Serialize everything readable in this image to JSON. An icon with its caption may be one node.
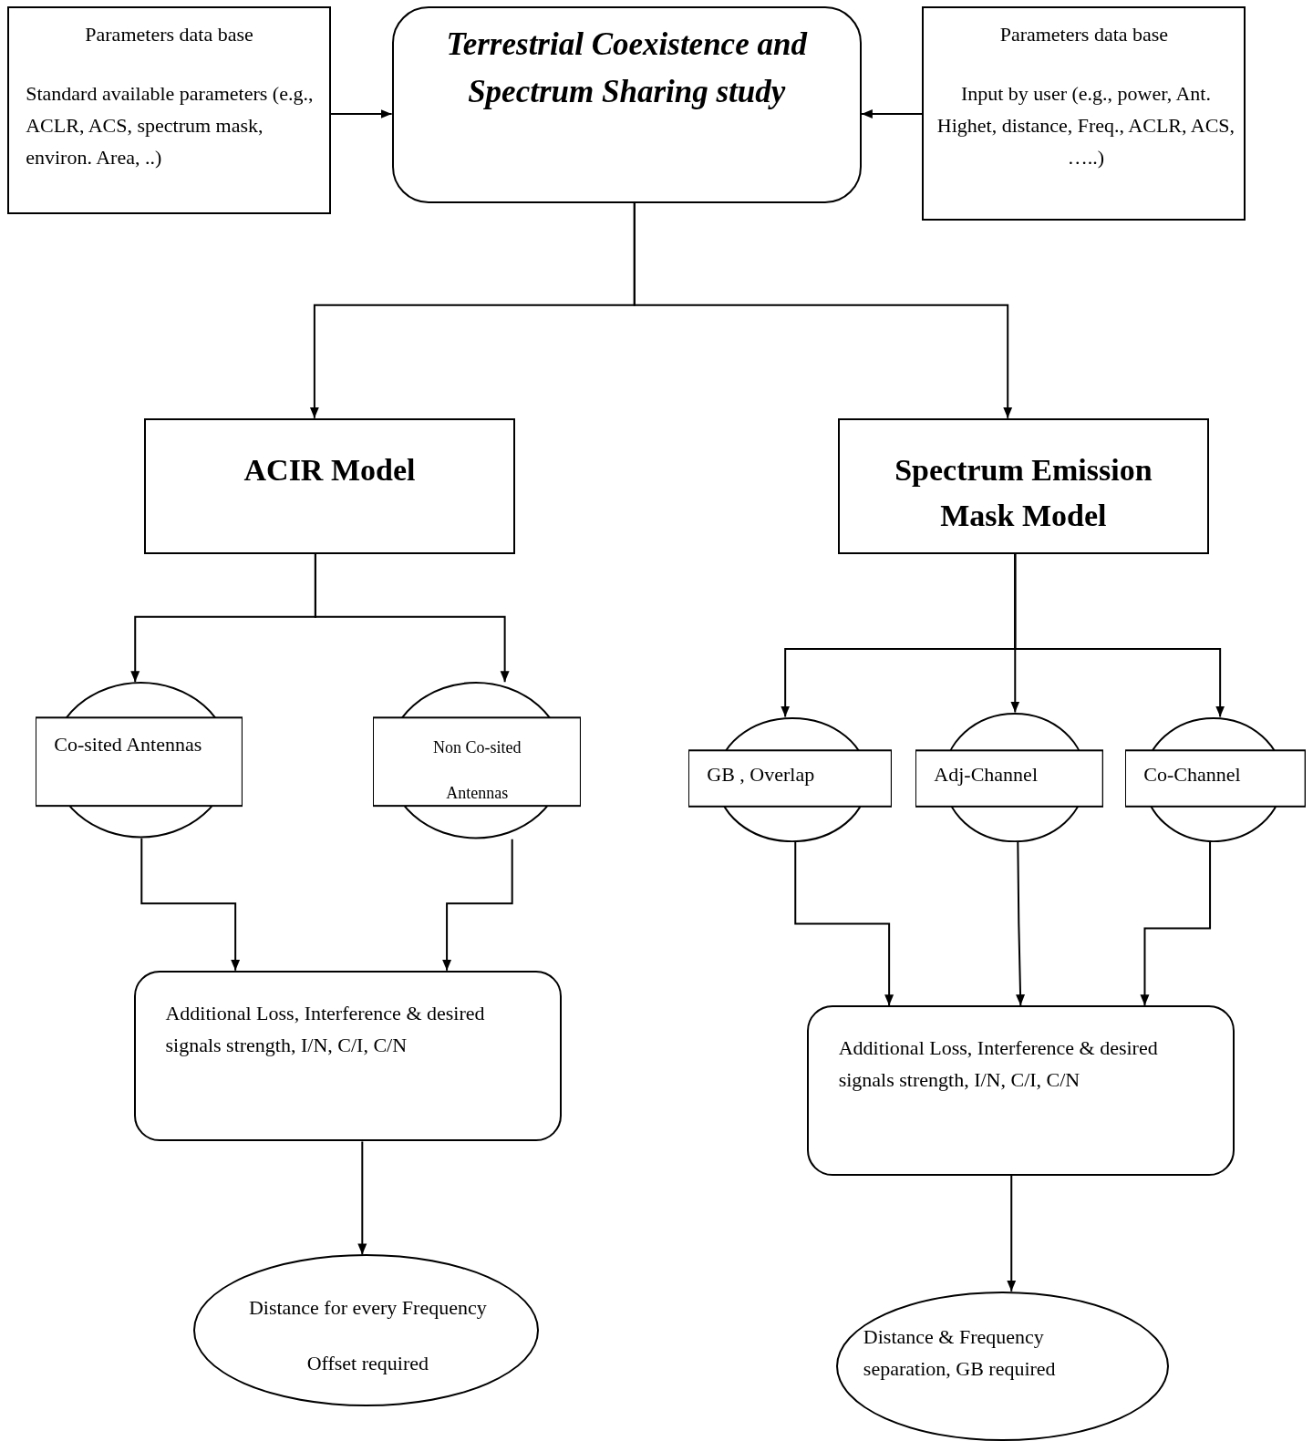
{
  "diagram": {
    "nodes": [
      {
        "text": [
          "Parameters data base",
          "Standard available parameters (e.g.,  ACLR, ACS, spectrum mask, environ. Area, ..)"
        ]
      },
      {
        "text": [
          "Terrestrial Coexistence and Spectrum Sharing study"
        ]
      },
      {
        "text": [
          "Parameters data base",
          "Input by user (e.g., power, Ant. Highet, distance, Freq., ACLR, ACS,  …..)"
        ]
      },
      {
        "text": [
          "ACIR Model"
        ]
      },
      {
        "text": [
          "Spectrum Emission Mask Model"
        ]
      },
      {
        "text": [
          "Co-sited Antennas"
        ]
      },
      {
        "text": [
          "Non Co-sited Antennas"
        ]
      },
      {
        "text": [
          "GB , Overlap"
        ]
      },
      {
        "text": [
          "Adj-Channel"
        ]
      },
      {
        "text": [
          "Co-Channel"
        ]
      },
      {
        "text": [
          "Additional Loss, Interference & desired signals strength,   I/N, C/I, C/N"
        ]
      },
      {
        "text": [
          "Additional Loss, Interference & desired signals strength, I/N, C/I, C/N"
        ]
      },
      {
        "text": [
          "Distance for every Frequency Offset required"
        ]
      },
      {
        "text": [
          "Distance & Frequency separation, GB required"
        ]
      }
    ],
    "edges": [
      {
        "from": 0,
        "to": 1,
        "arrow": "to"
      },
      {
        "from": 2,
        "to": 1,
        "arrow": "to"
      },
      {
        "from": 1,
        "to": 3,
        "arrow": "to"
      },
      {
        "from": 1,
        "to": 4,
        "arrow": "to"
      },
      {
        "from": 3,
        "to": 5,
        "arrow": "to"
      },
      {
        "from": 3,
        "to": 6,
        "arrow": "to"
      },
      {
        "from": 4,
        "to": 7,
        "arrow": "to"
      },
      {
        "from": 4,
        "to": 8,
        "arrow": "to"
      },
      {
        "from": 4,
        "to": 9,
        "arrow": "to"
      },
      {
        "from": 5,
        "to": 10,
        "arrow": "to"
      },
      {
        "from": 6,
        "to": 10,
        "arrow": "to"
      },
      {
        "from": 7,
        "to": 11,
        "arrow": "to"
      },
      {
        "from": 8,
        "to": 11,
        "arrow": "to"
      },
      {
        "from": 9,
        "to": 11,
        "arrow": "to"
      },
      {
        "from": 10,
        "to": 12,
        "arrow": "to"
      },
      {
        "from": 11,
        "to": 13,
        "arrow": "to"
      }
    ]
  }
}
